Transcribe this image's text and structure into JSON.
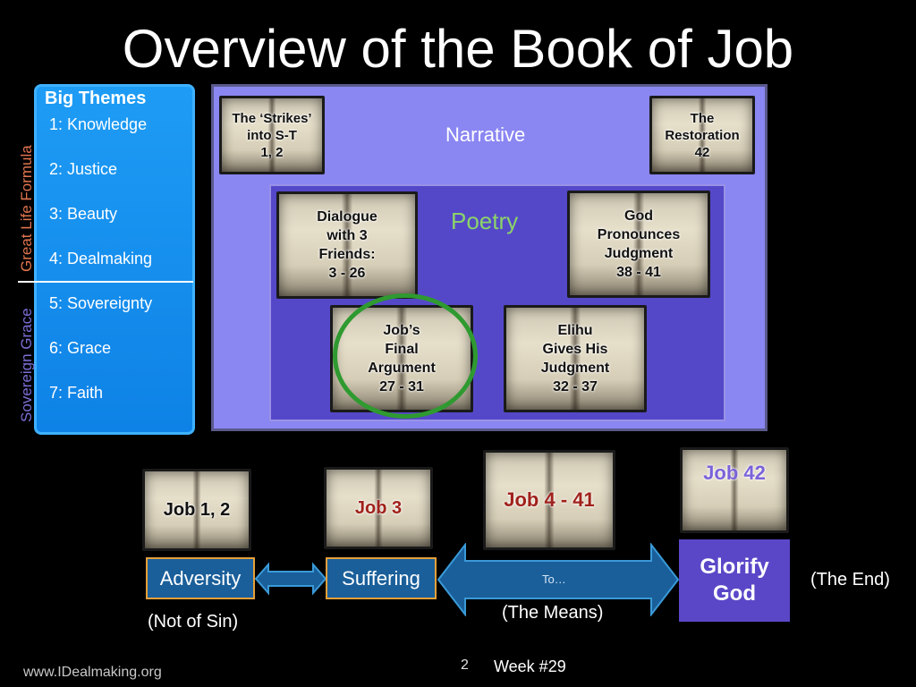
{
  "title": "Overview of the Book of Job",
  "themes": {
    "heading": "Big Themes",
    "items": [
      "1: Knowledge",
      "2: Justice",
      "3: Beauty",
      "4: Dealmaking",
      "5: Sovereignty",
      "6: Grace",
      "7: Faith"
    ],
    "side_labels": {
      "upper": "Great Life Formula",
      "lower": "Sovereign Grace"
    }
  },
  "structure": {
    "narrative_label": "Narrative",
    "poetry_label": "Poetry",
    "books": {
      "strikes": "The ‘Strikes’\ninto S-T\n1, 2",
      "restoration": "The\nRestoration\n42",
      "dialogue": "Dialogue\nwith 3\nFriends:\n3 - 26",
      "god_judgment": "God\nPronounces\nJudgment\n38 - 41",
      "final_argument": "Job’s\nFinal\nArgument\n27 - 31",
      "elihu": "Elihu\nGives His\nJudgment\n32 - 37"
    }
  },
  "flow": {
    "books": [
      "Job 1, 2",
      "Job 3",
      "Job 4 - 41",
      "Job 42"
    ],
    "stages": {
      "adversity": "Adversity",
      "suffering": "Suffering",
      "glorify": "Glorify\nGod"
    },
    "arrow_label": "To…",
    "captions": {
      "not_of_sin": "(Not of Sin)",
      "means": "(The Means)",
      "end": "(The End)"
    }
  },
  "footer": {
    "url": "www.IDealmaking.org",
    "page_number": "2",
    "week": "Week #29"
  },
  "colors": {
    "themes_panel": "#0e82e6",
    "narrative": "#8a86f2",
    "poetry": "#5548c8",
    "poetry_label": "#8bd46a",
    "highlight_circle": "#2e9a30",
    "stage_fill": "#1a5f9a",
    "stage_border": "#e6a03a",
    "glorify_fill": "#5a47c8"
  }
}
